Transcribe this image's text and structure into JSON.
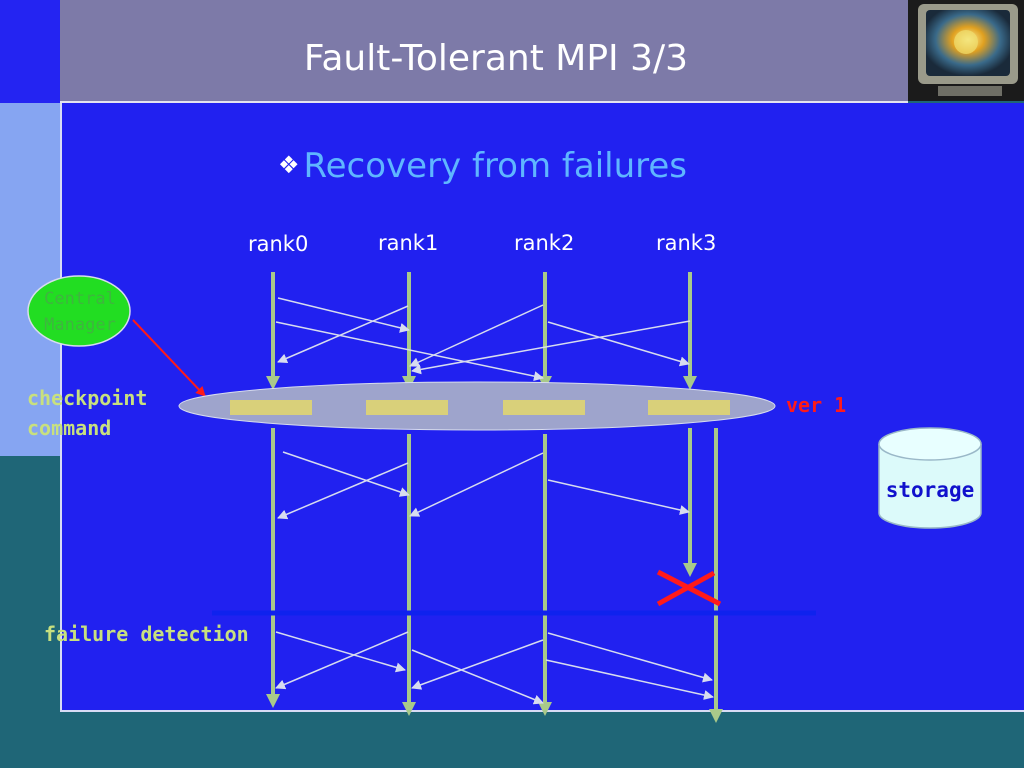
{
  "slide": {
    "title": "Fault-Tolerant MPI 3/3",
    "subtitle": "Recovery from failures",
    "subtitle_bullet_icon": "diamond-bullet-icon"
  },
  "ranks": [
    "rank0",
    "rank1",
    "rank2",
    "rank3"
  ],
  "labels": {
    "central_manager_line1": "Central",
    "central_manager_line2": "Manager",
    "checkpoint_line1": "checkpoint",
    "checkpoint_line2": "command",
    "version": "ver 1",
    "storage": "storage",
    "failure_detection": "failure detection"
  },
  "colors": {
    "title_bar": "#7d7aa8",
    "panel": "#2121f0",
    "subtitle": "#5fb6ff",
    "process_line": "#a9c98a",
    "message_arrow": "#d7dcef",
    "checkpoint_ellipse": "#9ea4cc",
    "checkpoint_block": "#d9d07a",
    "central_manager": "#22dd22",
    "failure_mark": "#ff1a1a",
    "failure_line": "#0f22ee",
    "storage": "#dcfafa"
  }
}
